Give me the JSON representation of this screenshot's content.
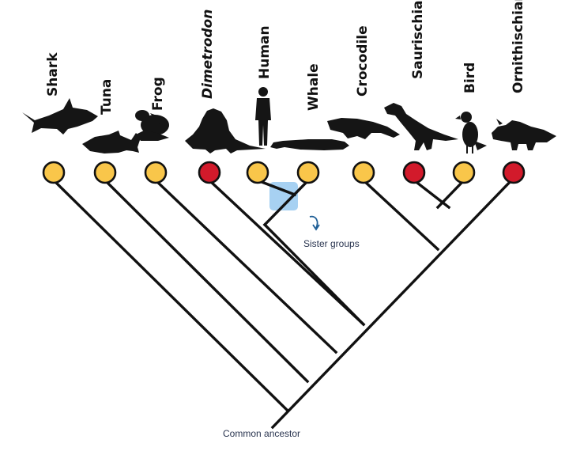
{
  "colors": {
    "trait_present": "#f9c64a",
    "trait_absent": "#d21a2b",
    "highlight": "#a7d1f2",
    "annotation_arrow": "#1f5f96"
  },
  "taxa": [
    {
      "label": "Shark",
      "italic": false,
      "state": "trait_present",
      "icon": "shark-icon"
    },
    {
      "label": "Tuna",
      "italic": false,
      "state": "trait_present",
      "icon": "tuna-icon"
    },
    {
      "label": "Frog",
      "italic": false,
      "state": "trait_present",
      "icon": "frog-icon"
    },
    {
      "label": "Dimetrodon",
      "italic": true,
      "state": "trait_absent",
      "icon": "dimetrodon-icon"
    },
    {
      "label": "Human",
      "italic": false,
      "state": "trait_present",
      "icon": "human-icon"
    },
    {
      "label": "Whale",
      "italic": false,
      "state": "trait_present",
      "icon": "whale-icon"
    },
    {
      "label": "Crocodile",
      "italic": false,
      "state": "trait_present",
      "icon": "crocodile-icon"
    },
    {
      "label": "Saurischian",
      "italic": false,
      "state": "trait_absent",
      "icon": "saurischian-icon"
    },
    {
      "label": "Bird",
      "italic": false,
      "state": "trait_present",
      "icon": "bird-icon"
    },
    {
      "label": "Ornithischian",
      "italic": false,
      "state": "trait_absent",
      "icon": "ornithischian-icon"
    }
  ],
  "annotations": {
    "sister_groups": "Sister groups",
    "common_ancestor": "Common ancestor"
  }
}
